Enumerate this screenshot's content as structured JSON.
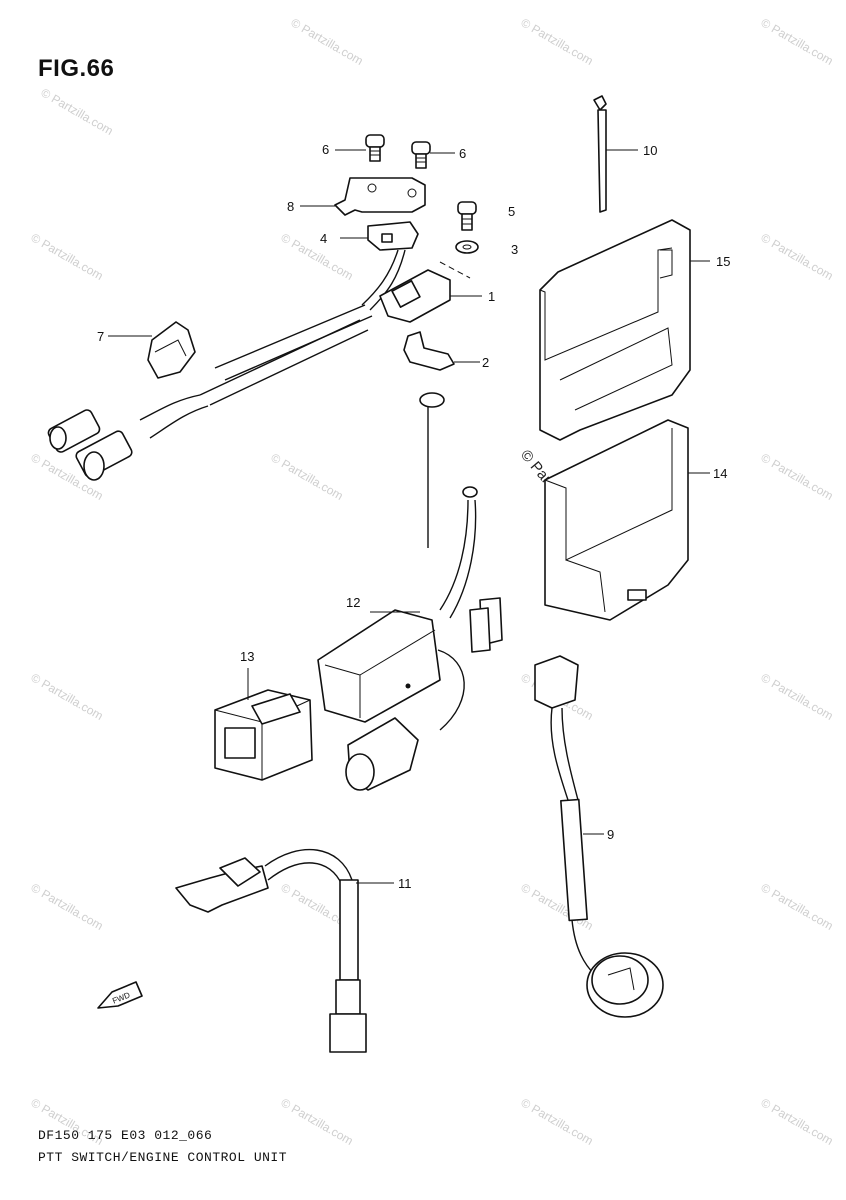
{
  "figure": {
    "title": "FIG.66",
    "code": "DF150 175 E03 012_066",
    "name": "PTT SWITCH/ENGINE CONTROL UNIT"
  },
  "callouts": [
    "1",
    "2",
    "3",
    "4",
    "5",
    "6",
    "6",
    "7",
    "8",
    "9",
    "10",
    "11",
    "12",
    "13",
    "14",
    "15"
  ],
  "watermark": {
    "text": "© Partzilla.com"
  },
  "front_marker": "FWD"
}
